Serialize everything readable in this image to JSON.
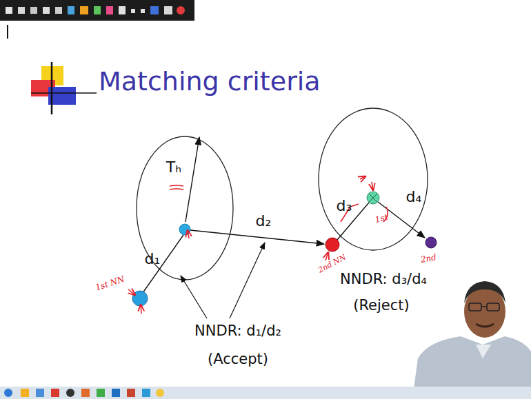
{
  "diagram": {
    "title": "Matching criteria",
    "labels": [
      "Tₕ",
      "d₁",
      "d₂",
      "d₃",
      "d₄",
      "NNDR: d₁/d₂",
      "(Accept)",
      "NNDR: d₃/d₄",
      "(Reject)",
      "1st NN",
      "2nd NN",
      "1st",
      "2nd"
    ]
  }
}
